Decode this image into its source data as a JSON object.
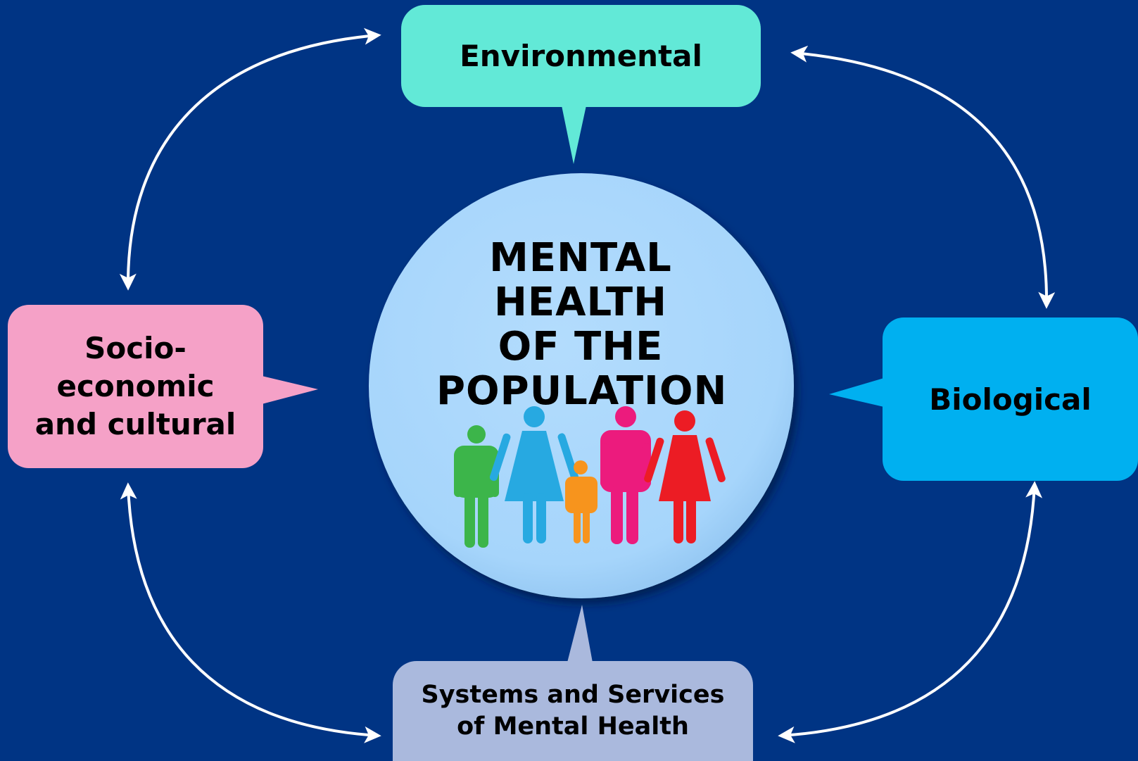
{
  "diagram": {
    "center": {
      "title_lines": [
        "MENTAL",
        "HEALTH",
        "OF THE",
        "POPULATION"
      ]
    },
    "factors": {
      "environmental": {
        "label": "Environmental"
      },
      "biological": {
        "label": "Biological"
      },
      "socio": {
        "label_lines": [
          "Socio-",
          "economic",
          "and cultural"
        ]
      },
      "systems": {
        "label_lines": [
          "Systems and Services",
          "of Mental Health"
        ]
      }
    },
    "figures": [
      {
        "role": "man",
        "color": "#3cb54a"
      },
      {
        "role": "woman",
        "color": "#27a9e1"
      },
      {
        "role": "child",
        "color": "#f7941d"
      },
      {
        "role": "man",
        "color": "#ec1b7d"
      },
      {
        "role": "woman",
        "color": "#ec1c24"
      }
    ],
    "colors": {
      "background": "#003484",
      "environmental": "#62e9d7",
      "biological": "#00b0f0",
      "socio": "#f5a1c7",
      "systems": "#aab9dd",
      "center": "#a6d5fb",
      "arrows": "#ffffff"
    }
  }
}
